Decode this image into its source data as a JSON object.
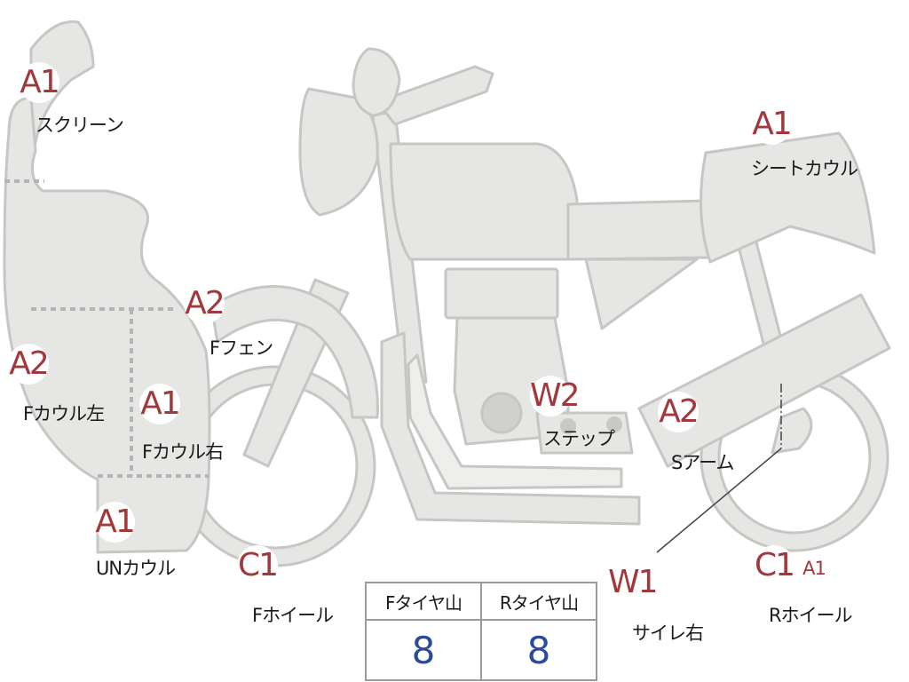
{
  "colors": {
    "part_fill": "#e6e6e4",
    "part_stroke": "#c6c6c4",
    "dash": "#b4b4b4",
    "badge_text": "#a1393c",
    "table_value": "#2c4a9a"
  },
  "parts": {
    "screen": {
      "grade": "A1",
      "label": "スクリーン"
    },
    "seat_cowl": {
      "grade": "A1",
      "label": "シートカウル"
    },
    "f_fender": {
      "grade": "A2",
      "label": "Fフェン"
    },
    "f_cowl_left": {
      "grade": "A2",
      "label": "Fカウル左"
    },
    "f_cowl_right": {
      "grade": "A1",
      "label": "Fカウル右"
    },
    "step": {
      "grade": "W2",
      "label": "ステップ"
    },
    "swing_arm": {
      "grade": "A2",
      "label": "Sアーム"
    },
    "under_cowl": {
      "grade": "A1",
      "label": "UNカウル"
    },
    "f_wheel": {
      "grade": "C1",
      "label": "Fホイール"
    },
    "silencer_right": {
      "grade": "W1",
      "label": "サイレ右"
    },
    "r_wheel": {
      "grade": "C1",
      "grade2": "A1",
      "label": "Rホイール"
    }
  },
  "tread_table": {
    "headers": [
      "Fタイヤ山",
      "Rタイヤ山"
    ],
    "values": [
      "8",
      "8"
    ]
  }
}
